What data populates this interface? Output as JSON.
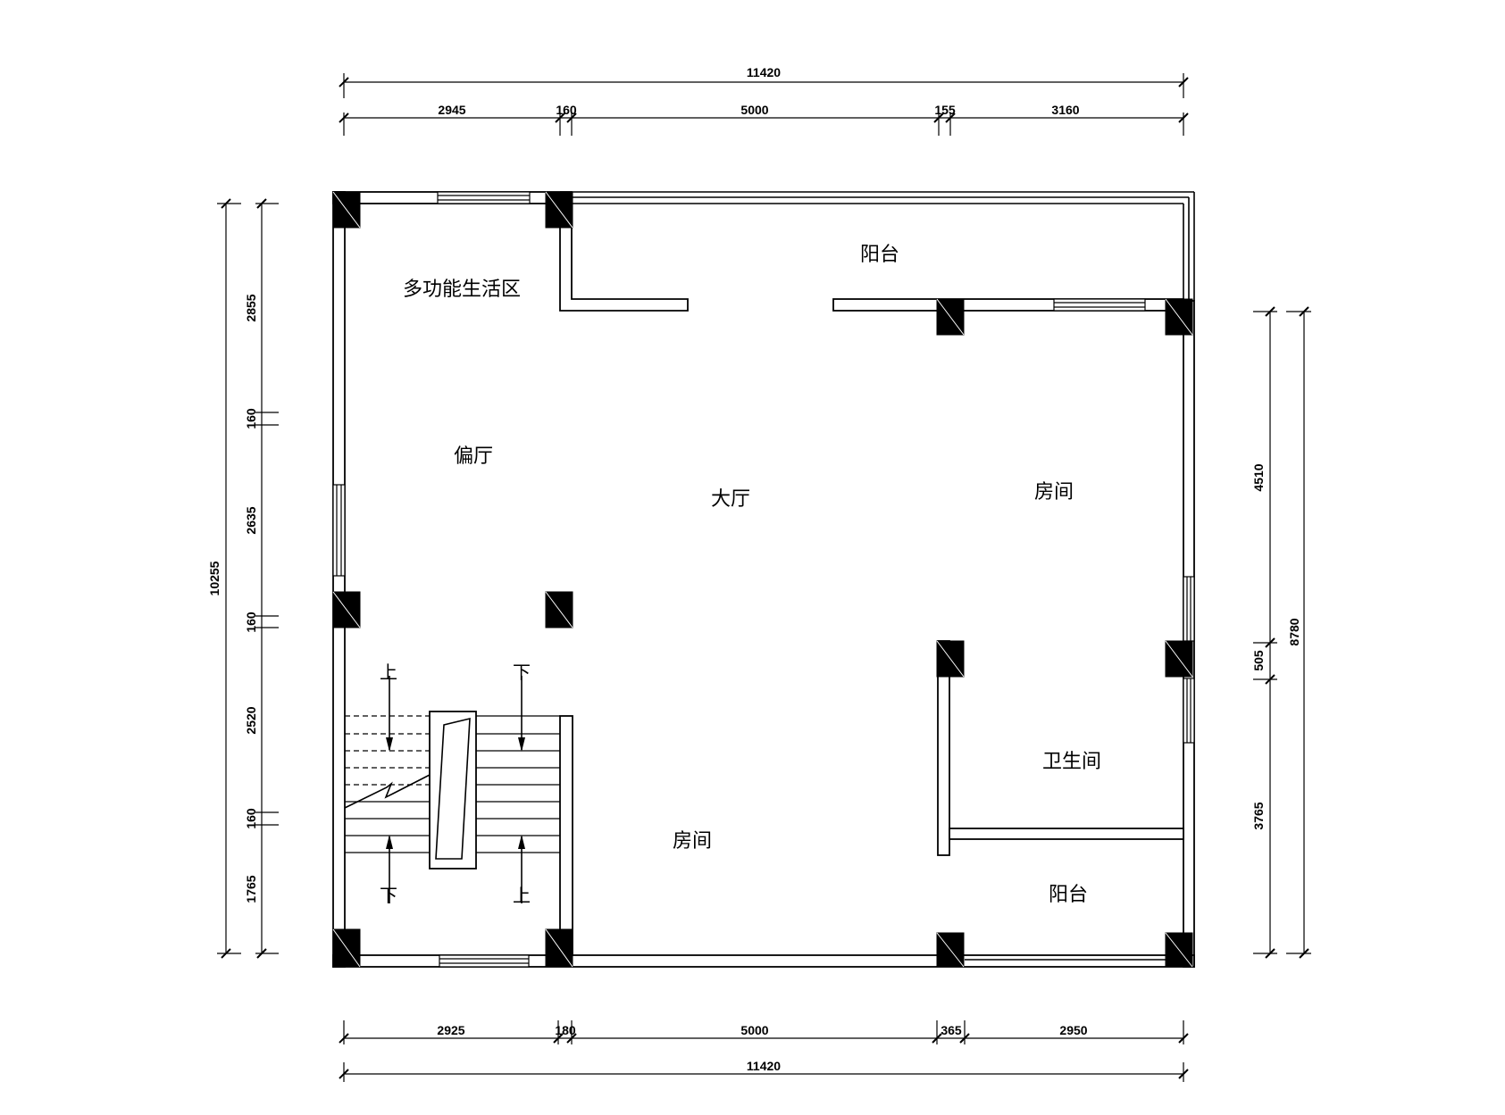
{
  "plan": {
    "dimensions": {
      "top_total": "11420",
      "top_segments": [
        "2945",
        "160",
        "5000",
        "155",
        "3160"
      ],
      "bottom_segments": [
        "2925",
        "180",
        "5000",
        "365",
        "2950"
      ],
      "bottom_total": "11420",
      "left_total": "10255",
      "left_segments": [
        "2855",
        "160",
        "2635",
        "160",
        "2520",
        "160",
        "1765"
      ],
      "right_segments": [
        "4510",
        "505",
        "3765"
      ],
      "right_total": "8780"
    },
    "rooms": {
      "balcony_top": "阳台",
      "multi_function": "多功能生活区",
      "side_hall": "偏厅",
      "main_hall": "大厅",
      "room_right": "房间",
      "bathroom": "卫生间",
      "room_bottom": "房间",
      "balcony_bottom": "阳台"
    },
    "stairs": {
      "up_1": "上",
      "down_1": "下",
      "down_2": "下",
      "up_2": "上"
    }
  }
}
